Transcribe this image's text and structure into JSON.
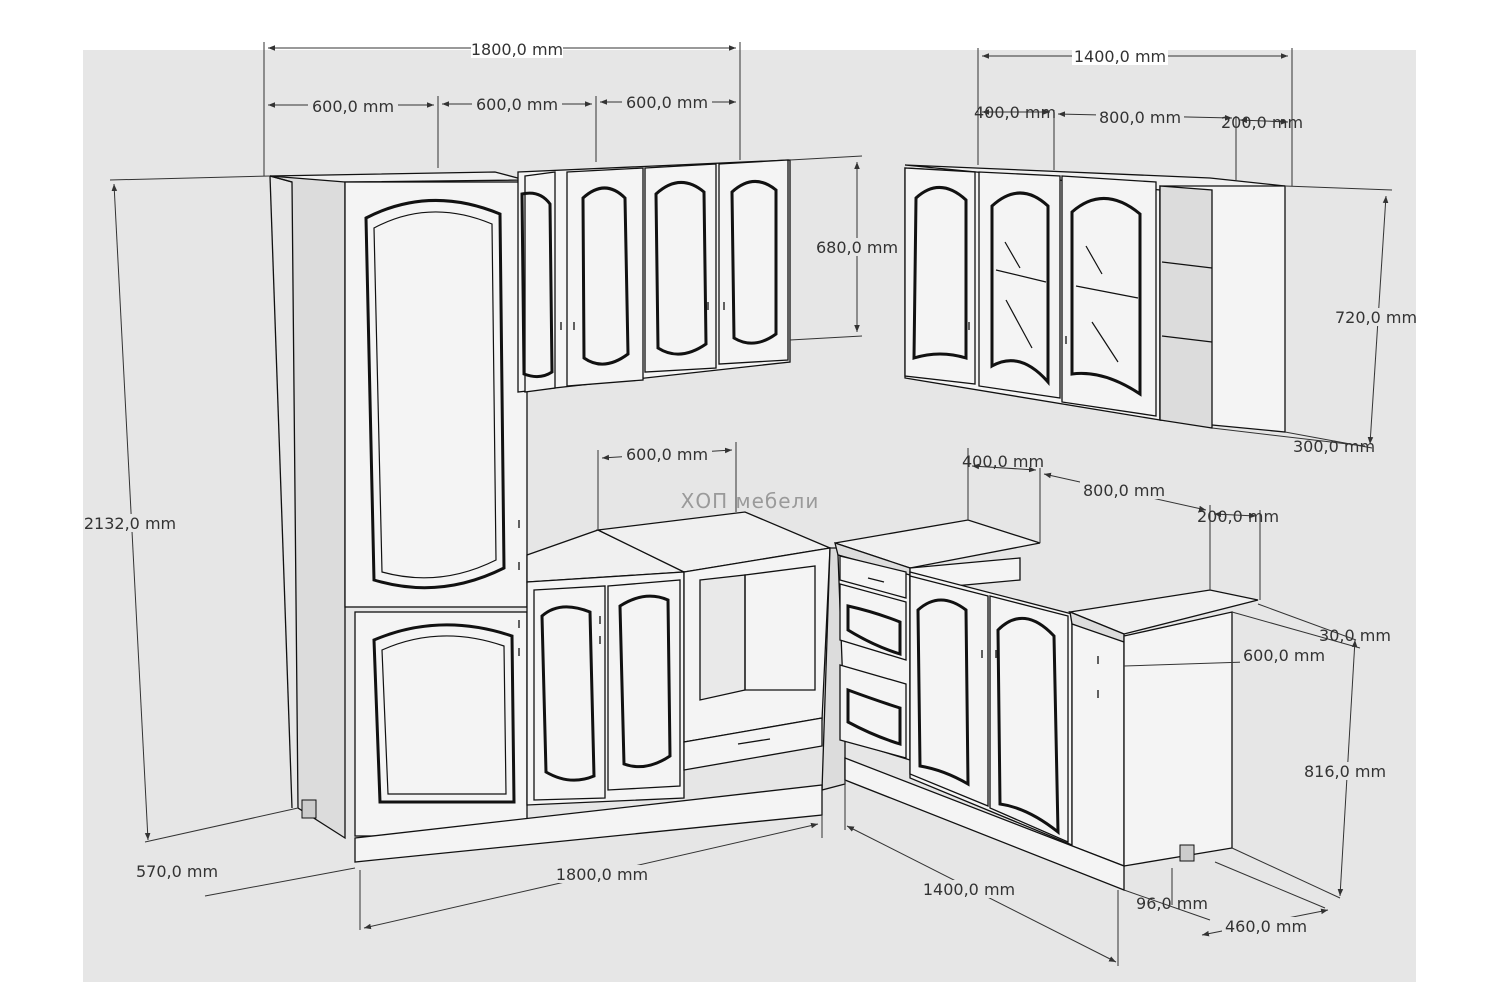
{
  "colors": {
    "page_bg": "#ffffff",
    "panel_bg": "#e6e6e6",
    "cabinet_front": "#f4f4f4",
    "cabinet_side": "#dcdcdc",
    "cabinet_top": "#f0f0f0",
    "line": "#111111",
    "dimension_text": "#333333",
    "watermark": "#9a9a9a"
  },
  "watermark": "ХОП мебели",
  "dimensions": {
    "tall_height": "2132,0 mm",
    "top_width_total": "1800,0 mm",
    "top_seg_1": "600,0 mm",
    "top_seg_2": "600,0 mm",
    "top_seg_3": "600,0 mm",
    "upper_left_height": "680,0 mm",
    "right_top_total": "1400,0 mm",
    "right_top_seg_1": "400,0 mm",
    "right_top_seg_2": "800,0 mm",
    "right_top_seg_3": "200,0 mm",
    "right_upper_height": "720,0 mm",
    "right_upper_depth": "300,0 mm",
    "oven_width": "600,0 mm",
    "right_base_seg_1": "400,0 mm",
    "right_base_seg_2": "800,0 mm",
    "right_base_seg_3": "200,0 mm",
    "countertop_thickness": "30,0 mm",
    "base_depth": "600,0 mm",
    "base_height": "816,0 mm",
    "left_depth": "570,0 mm",
    "bottom_left_width": "1800,0 mm",
    "bottom_right_width": "1400,0 mm",
    "plinth_height": "96,0 mm",
    "base_depth_bottom": "460,0 mm"
  }
}
